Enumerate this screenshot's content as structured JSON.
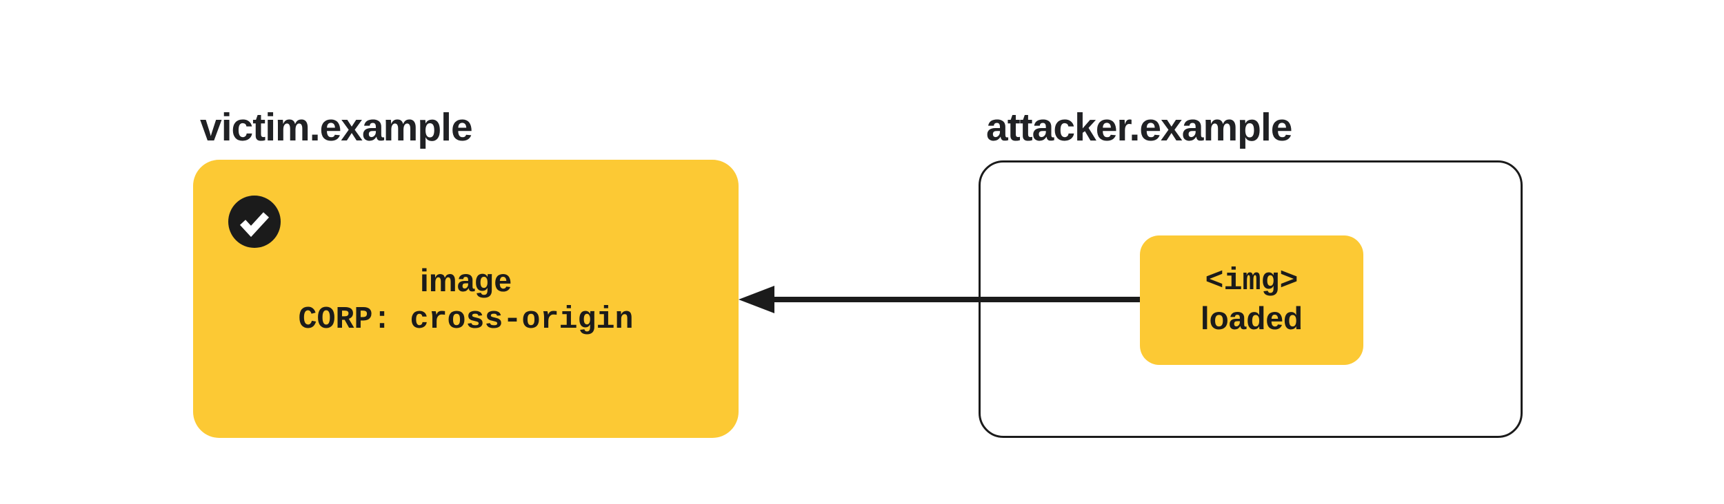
{
  "colors": {
    "yellow": "#FCC934",
    "ink": "#1B1B1B",
    "heading": "#202124",
    "bg": "#FFFFFF"
  },
  "victim": {
    "title": "victim.example",
    "resource_label": "image",
    "corp_header": "CORP: cross-origin",
    "status_icon": "checkmark"
  },
  "attacker": {
    "title": "attacker.example",
    "img_tag": "<img>",
    "img_status": "loaded"
  },
  "arrow": {
    "direction": "right-to-left",
    "from": "attacker img element",
    "to": "victim image resource"
  }
}
